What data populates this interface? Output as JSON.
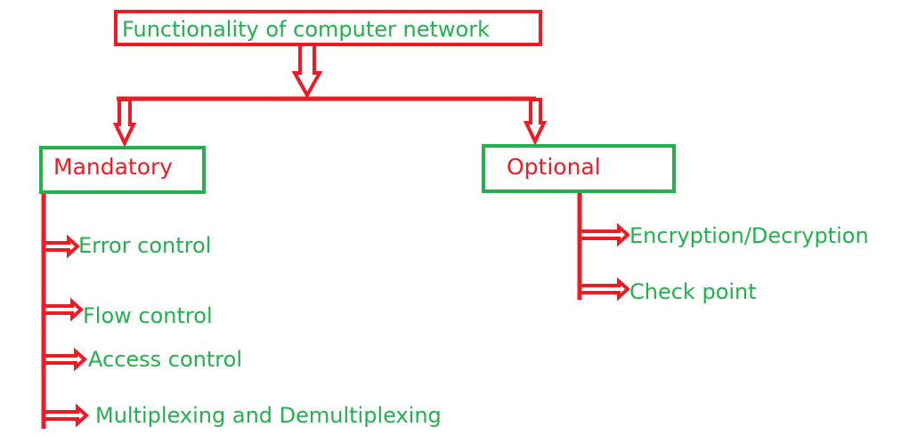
{
  "colors": {
    "line": "#ed1c24",
    "box_root": "#ed1c24",
    "box_branch": "#22b14c",
    "text_root": "#22b14c",
    "text_branch": "#ed1c24",
    "text_leaf": "#22b14c"
  },
  "root": {
    "label": "Functionality of computer network"
  },
  "branches": [
    {
      "label": "Mandatory",
      "items": [
        "Error control",
        "Flow control",
        "Access control",
        "Multiplexing and Demultiplexing"
      ]
    },
    {
      "label": "Optional",
      "items": [
        "Encryption/Decryption",
        "Check point"
      ]
    }
  ]
}
